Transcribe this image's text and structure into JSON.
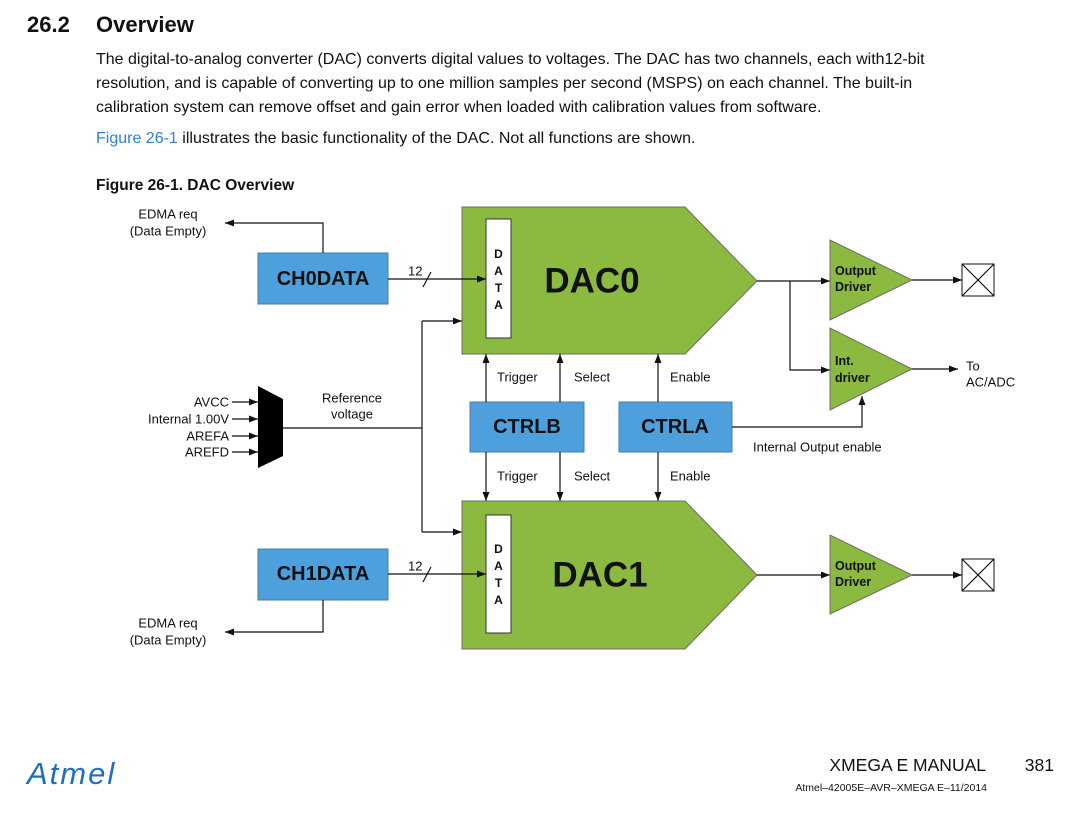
{
  "section": {
    "number": "26.2",
    "title": "Overview"
  },
  "body": {
    "paragraph_lines": [
      "The digital-to-analog converter (DAC) converts digital values to voltages. The DAC has two channels, each with12-bit",
      "resolution, and is capable of converting up to one million samples per second (MSPS) on each channel. The built-in",
      "calibration system can remove offset and gain error when loaded with calibration values from software."
    ],
    "figure_link": "Figure 26-1",
    "figure_sentence": "illustrates the basic functionality of the DAC. Not all functions are shown."
  },
  "figure": {
    "caption": "Figure 26-1. DAC Overview",
    "channels": [
      {
        "dac_label": "DAC0",
        "data_register": "CH0DATA",
        "data_port": [
          "D",
          "A",
          "T",
          "A"
        ],
        "bus_width": "12",
        "edma_request": [
          "EDMA req",
          "(Data Empty)"
        ]
      },
      {
        "dac_label": "DAC1",
        "data_register": "CH1DATA",
        "data_port": [
          "D",
          "A",
          "T",
          "A"
        ],
        "bus_width": "12",
        "edma_request": [
          "EDMA req",
          "(Data Empty)"
        ]
      }
    ],
    "reference": {
      "inputs": [
        "AVCC",
        "Internal 1.00V",
        "AREFA",
        "AREFD"
      ],
      "label_lines": [
        "Reference",
        "voltage"
      ]
    },
    "control": {
      "ctrlb": {
        "label": "CTRLB",
        "signals": [
          "Trigger",
          "Select"
        ]
      },
      "ctrla": {
        "label": "CTRLA",
        "signal": "Enable",
        "output_enable_label": "Internal Output enable"
      }
    },
    "output_driver_lines": [
      "Output",
      "Driver"
    ],
    "internal_driver_lines": [
      "Int.",
      "driver"
    ],
    "internal_destination_lines": [
      "To",
      "AC/ADC"
    ],
    "symbols": {
      "output_pin": "crossed-box-icon",
      "reference_selector": "multiplexer-shape"
    }
  },
  "footer": {
    "brand": "Atmel",
    "manual_title": "XMEGA E MANUAL",
    "page_number": "381",
    "document_id": "Atmel–42005E–AVR–XMEGA E–11/2014"
  },
  "colors": {
    "dac_block": "#8cba40",
    "register_block": "#4da0dc",
    "link": "#2f80d8",
    "brand": "#1f6fbe"
  }
}
